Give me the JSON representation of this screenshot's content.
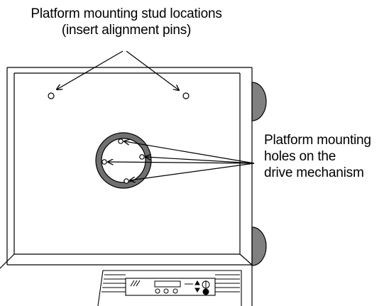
{
  "callouts": {
    "stud_locations": {
      "line1": "Platform mounting stud locations",
      "line2": "(insert alignment pins)"
    },
    "mounting_holes": {
      "line1": "Platform mounting",
      "line2": "holes on the",
      "line3": "drive mechanism"
    }
  },
  "colors": {
    "outline": "#000000",
    "ring": "#707070",
    "foot": "#808080",
    "background": "#ffffff"
  }
}
